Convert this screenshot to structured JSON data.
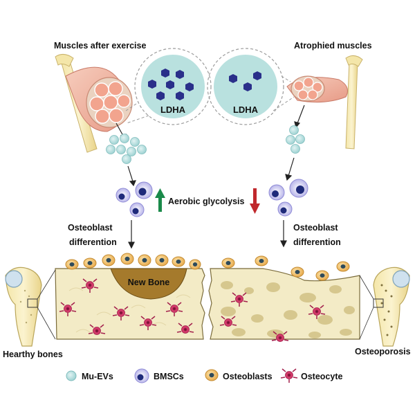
{
  "labels": {
    "muscles_exercise": "Muscles after exercise",
    "atrophied": "Atrophied muscles",
    "ldha_left": "LDHA",
    "ldha_right": "LDHA",
    "aerobic": "Aerobic glycolysis",
    "osteoblast_left_1": "Osteoblast",
    "osteoblast_left_2": "differention",
    "osteoblast_right_1": "Osteoblast",
    "osteoblast_right_2": "differention",
    "new_bone": "New Bone",
    "healthy": "Hearthy bones",
    "osteoporosis": "Osteoporosis"
  },
  "legend": [
    {
      "label": "Mu-EVs",
      "icon": "mu-ev-icon"
    },
    {
      "label": "BMSCs",
      "icon": "bmsc-icon"
    },
    {
      "label": "Osteoblasts",
      "icon": "osteoblast-icon"
    },
    {
      "label": "Osteocyte",
      "icon": "osteocyte-icon"
    }
  ],
  "colors": {
    "ev": "#a9d8d8",
    "bmsc_outer": "#c8c6ee",
    "bmsc_nucleus": "#1e2a7a",
    "osteoblast": "#f2c572",
    "osteoblast_nucleus": "#2e4a5a",
    "osteocyte": "#d23a6a",
    "bone_matrix": "#f3ebc6",
    "new_bone": "#a57a2c",
    "up_arrow": "#1a8a4a",
    "down_arrow": "#c0282d",
    "muscle": "#f0b7a4",
    "bubble": "#b9e1df",
    "hexagon": "#2a2f8a"
  }
}
